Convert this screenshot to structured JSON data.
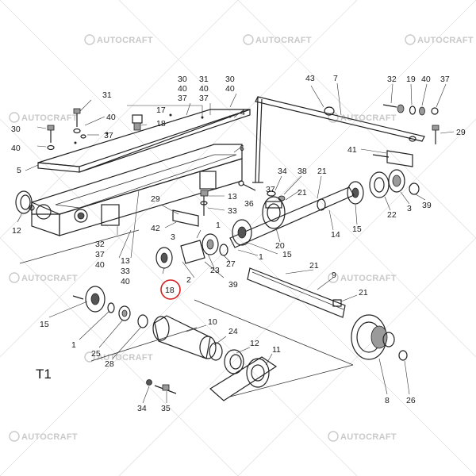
{
  "diagram": {
    "title": "T1",
    "watermark": "AUTOCRAFT",
    "highlighted_part": "18",
    "callouts": [
      "31",
      "40",
      "37",
      "30",
      "40",
      "17",
      "18",
      "30",
      "40",
      "37",
      "31",
      "40",
      "37",
      "30",
      "40",
      "4",
      "6",
      "5",
      "12",
      "32",
      "37",
      "40",
      "42",
      "29",
      "13",
      "33",
      "40",
      "13",
      "33",
      "1",
      "3",
      "2",
      "23",
      "27",
      "1",
      "15",
      "18",
      "39",
      "43",
      "7",
      "32",
      "19",
      "40",
      "37",
      "29",
      "41",
      "34",
      "38",
      "21",
      "36",
      "37",
      "21",
      "20",
      "14",
      "15",
      "22",
      "3",
      "39",
      "21",
      "15",
      "1",
      "25",
      "28",
      "10",
      "24",
      "12",
      "11",
      "34",
      "35",
      "9",
      "21",
      "8",
      "26"
    ]
  }
}
